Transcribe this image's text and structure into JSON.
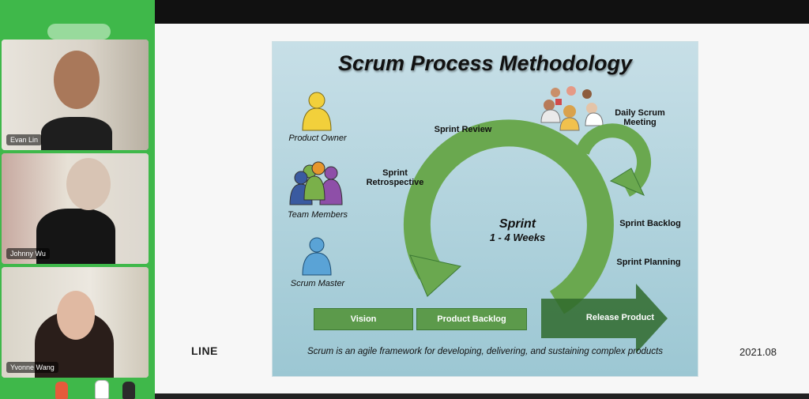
{
  "participants": [
    {
      "name": "Evan Lin"
    },
    {
      "name": "Johnny Wu"
    },
    {
      "name": "Yvonne Wang"
    }
  ],
  "slide": {
    "title": "Scrum Process Methodology",
    "roles": {
      "product_owner": "Product Owner",
      "team_members": "Team Members",
      "scrum_master": "Scrum Master"
    },
    "process": {
      "sprint_review": "Sprint Review",
      "sprint_retrospective_line1": "Sprint",
      "sprint_retrospective_line2": "Retrospective",
      "daily_scrum_line1": "Daily Scrum",
      "daily_scrum_line2": "Meeting",
      "sprint_backlog": "Sprint Backlog",
      "sprint_planning": "Sprint Planning",
      "sprint_title": "Sprint",
      "sprint_duration": "1 - 4 Weeks"
    },
    "bars": {
      "vision": "Vision",
      "product_backlog": "Product Backlog",
      "release_product": "Release Product"
    },
    "caption": "Scrum is an agile framework for developing, delivering, and sustaining complex products",
    "logo": "LINE",
    "date": "2021.08"
  },
  "colors": {
    "rail_green": "#3fb84a",
    "cycle_green": "#6aa84f",
    "owner_yellow": "#f2d03b",
    "master_blue": "#5aa3d6"
  }
}
